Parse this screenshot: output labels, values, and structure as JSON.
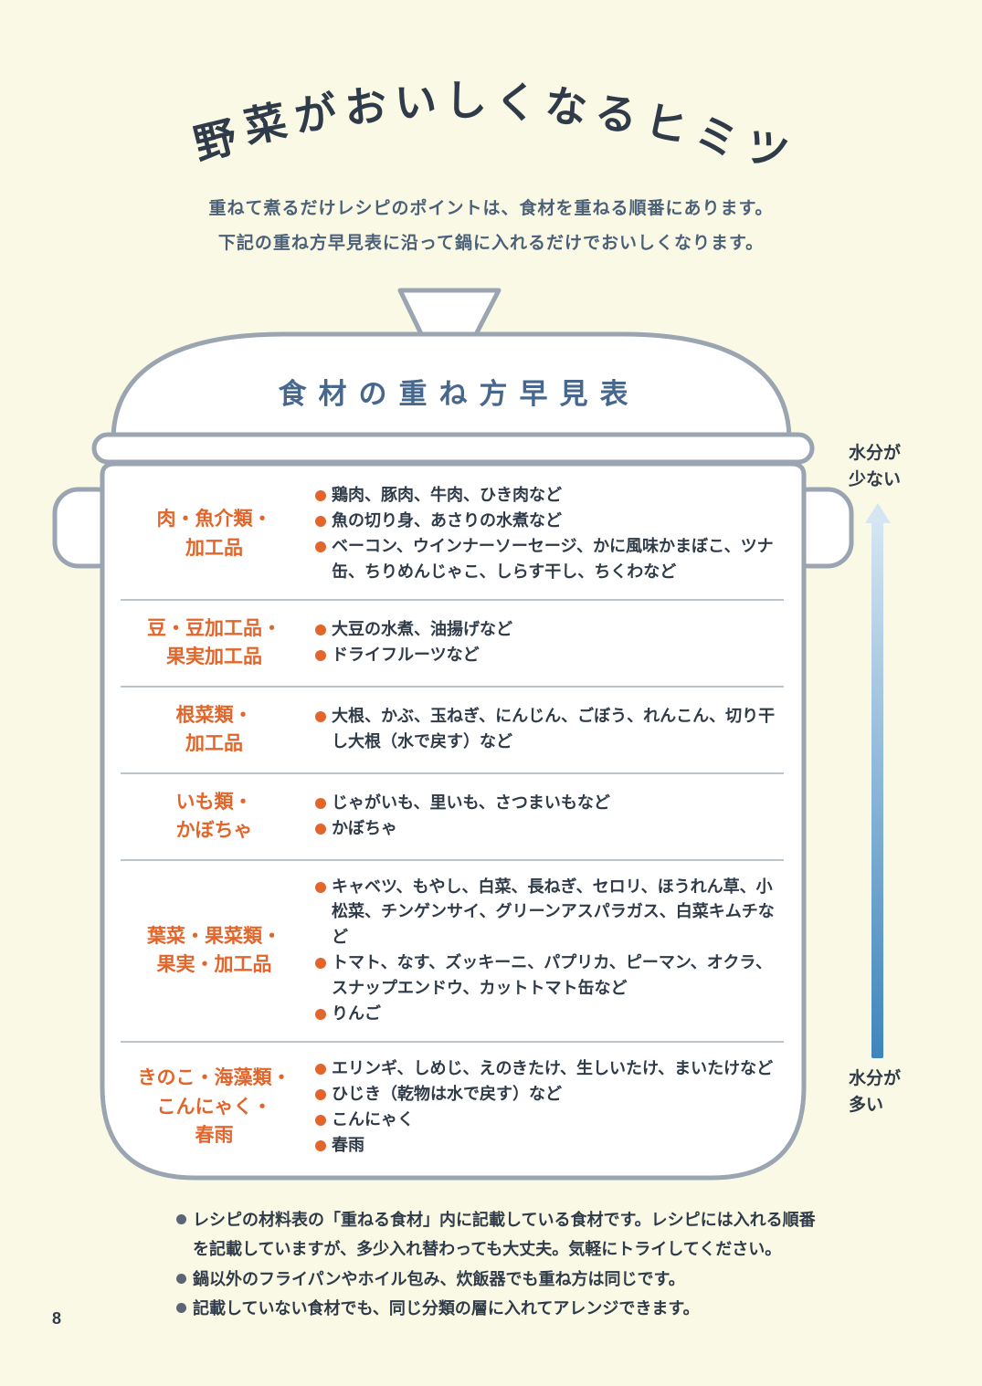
{
  "page": {
    "number": "8"
  },
  "title": {
    "text": "野菜がおいしくなるヒミツ",
    "chars": [
      "野",
      "菜",
      "が",
      "お",
      "い",
      "し",
      "く",
      "な",
      "る",
      "ヒ",
      "ミ",
      "ツ"
    ]
  },
  "intro": {
    "line1": "重ねて煮るだけレシピのポイントは、食材を重ねる順番にあります。",
    "line2": "下記の重ね方早見表に沿って鍋に入れるだけでおいしくなります。"
  },
  "pot": {
    "lid_title": "食材の重ね方早見表"
  },
  "moisture": {
    "top_label": "水分が\n少ない",
    "bottom_label": "水分が\n多い"
  },
  "rows": [
    {
      "category": [
        "肉・魚介類・",
        "加工品"
      ],
      "items": [
        "鶏肉、豚肉、牛肉、ひき肉など",
        "魚の切り身、あさりの水煮など",
        "ベーコン、ウインナーソーセージ、かに風味かまぼこ、ツナ缶、ちりめんじゃこ、しらす干し、ちくわなど"
      ]
    },
    {
      "category": [
        "豆・豆加工品・",
        "果実加工品"
      ],
      "items": [
        "大豆の水煮、油揚げなど",
        "ドライフルーツなど"
      ]
    },
    {
      "category": [
        "根菜類・",
        "加工品"
      ],
      "items": [
        "大根、かぶ、玉ねぎ、にんじん、ごぼう、れんこん、切り干し大根（水で戻す）など"
      ]
    },
    {
      "category": [
        "いも類・",
        "かぼちゃ"
      ],
      "items": [
        "じゃがいも、里いも、さつまいもなど",
        "かぼちゃ"
      ]
    },
    {
      "category": [
        "葉菜・果菜類・",
        "果実・加工品"
      ],
      "items": [
        "キャベツ、もやし、白菜、長ねぎ、セロリ、ほうれん草、小松菜、チンゲンサイ、グリーンアスパラガス、白菜キムチなど",
        "トマト、なす、ズッキーニ、パプリカ、ピーマン、オクラ、スナップエンドウ、カットトマト缶など",
        "りんご"
      ]
    },
    {
      "category": [
        "きのこ・海藻類・",
        "こんにゃく・",
        "春雨"
      ],
      "items": [
        "エリンギ、しめじ、えのきたけ、生しいたけ、まいたけなど",
        "ひじき（乾物は水で戻す）など",
        "こんにゃく",
        "春雨"
      ]
    }
  ],
  "notes": [
    "レシピの材料表の「重ねる食材」内に記載している食材です。レシピには入れる順番を記載していますが、多少入れ替わっても大丈夫。気軽にトライしてください。",
    "鍋以外のフライパンやホイル包み、炊飯器でも重ね方は同じです。",
    "記載していない食材でも、同じ分類の層に入れてアレンジできます。"
  ],
  "colors": {
    "background": "#FAF9E6",
    "ink": "#2F3B48",
    "accent_orange": "#E2662B",
    "blue_text": "#4C6177",
    "lid_title_blue": "#47688C",
    "pot_outline": "#9AA5B1",
    "rule_gray": "#BCC4CC",
    "arrow_top": "#D5E5F2",
    "arrow_bottom": "#3E85BD",
    "note_bullet": "#5A6673"
  }
}
